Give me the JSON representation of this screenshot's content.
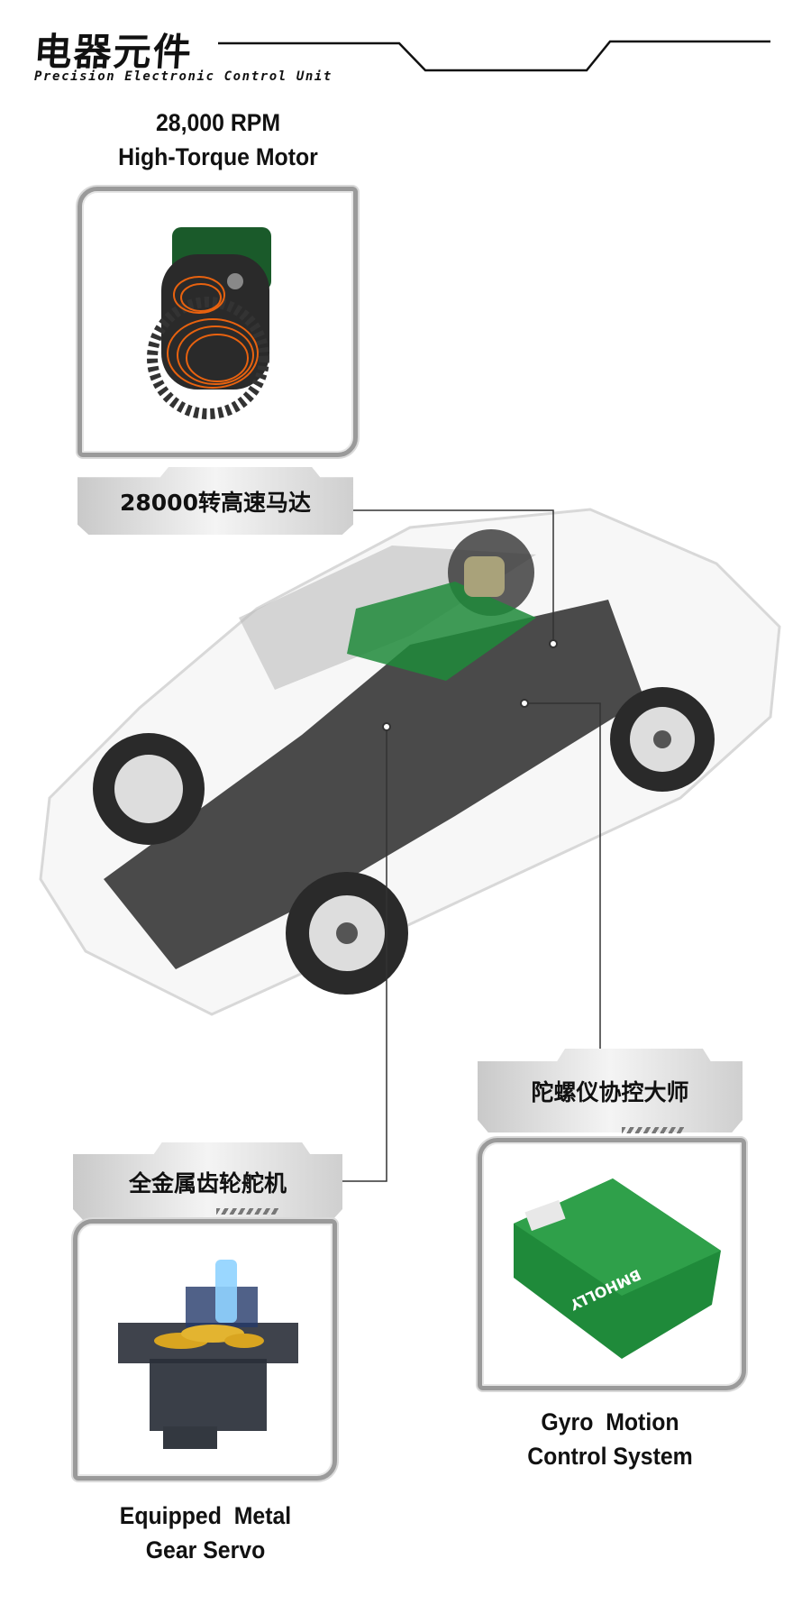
{
  "header": {
    "title": "电器元件",
    "subtitle": "Precision Electronic Control Unit"
  },
  "motor": {
    "caption_line1": "28,000 RPM",
    "caption_line2": "High-Torque Motor",
    "label": "28000转高速马达"
  },
  "servo": {
    "label": "全金属齿轮舵机",
    "caption_line1": "Equipped  Metal",
    "caption_line2": "Gear Servo"
  },
  "gyro": {
    "label": "陀螺仪协控大师",
    "caption_line1": "Gyro  Motion",
    "caption_line2": "Control System",
    "brand": "BMHOLLY"
  },
  "colors": {
    "accent_green": "#1f8a3a",
    "motor_orange": "#e8620f",
    "gear_gold": "#d9a520",
    "frame_grey": "#9a9a9a"
  }
}
